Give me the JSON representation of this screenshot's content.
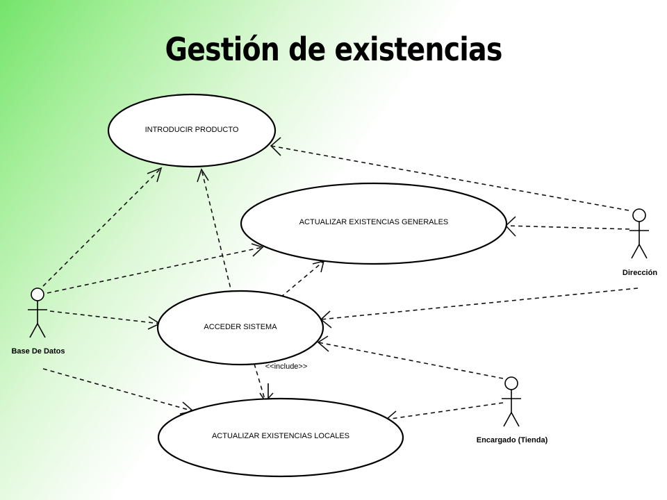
{
  "title": "Gestión de existencias",
  "use_cases": {
    "introducir": "INTRODUCIR PRODUCTO",
    "generales": "ACTUALIZAR EXISTENCIAS GENERALES",
    "acceder": "ACCEDER SISTEMA",
    "locales": "ACTUALIZAR EXISTENCIAS LOCALES"
  },
  "actors": {
    "base_datos": "Base De Datos",
    "direccion": "Dirección",
    "encargado": "Encargado (Tienda)"
  },
  "stereotype": "<<include>>"
}
